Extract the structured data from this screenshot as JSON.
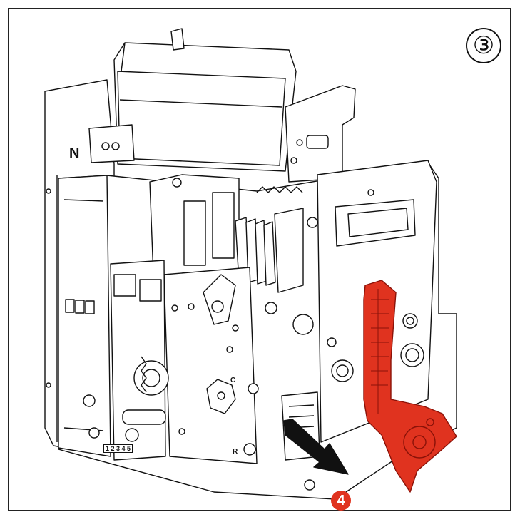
{
  "diagram": {
    "step_number": "③",
    "action_badge": "4",
    "labels": {
      "neutral": "N",
      "charge": "C",
      "reset": "R",
      "plate": "1 2 3 4 5"
    }
  },
  "colors": {
    "handle": "#e0331f",
    "badge": "#e0331f",
    "line": "#111111",
    "arrow": "#111111"
  }
}
